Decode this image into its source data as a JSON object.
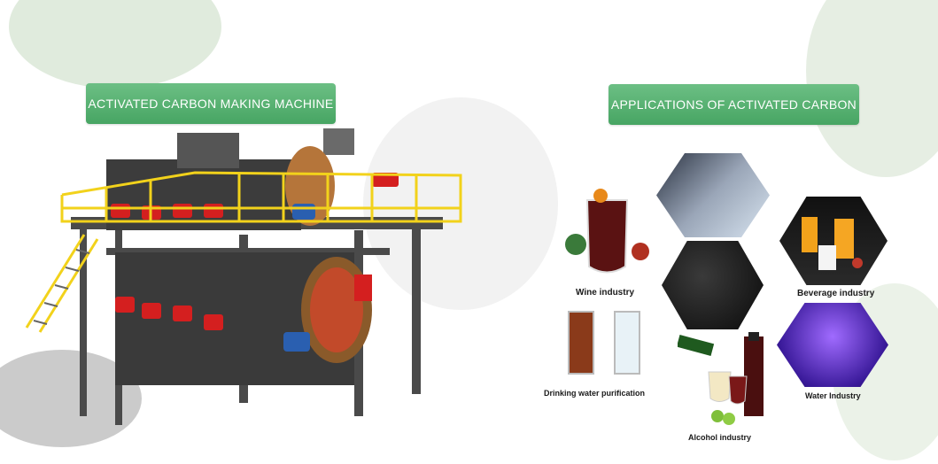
{
  "left_title": "ACTIVATED CARBON MAKING MACHINE",
  "right_title": "APPLICATIONS OF ACTIVATED CARBON",
  "applications": [
    {
      "label": "Wine industry"
    },
    {
      "label": "Beverage industry"
    },
    {
      "label": "Drinking water purification"
    },
    {
      "label": "Water Industry"
    },
    {
      "label": "Alcohol industry"
    }
  ],
  "colors": {
    "button_green": "#4fab6a",
    "railing_yellow": "#f2d21b",
    "machine_dark": "#3a3a3a",
    "accent_red": "#d41f1f",
    "motor_blue": "#2a5fb0"
  }
}
